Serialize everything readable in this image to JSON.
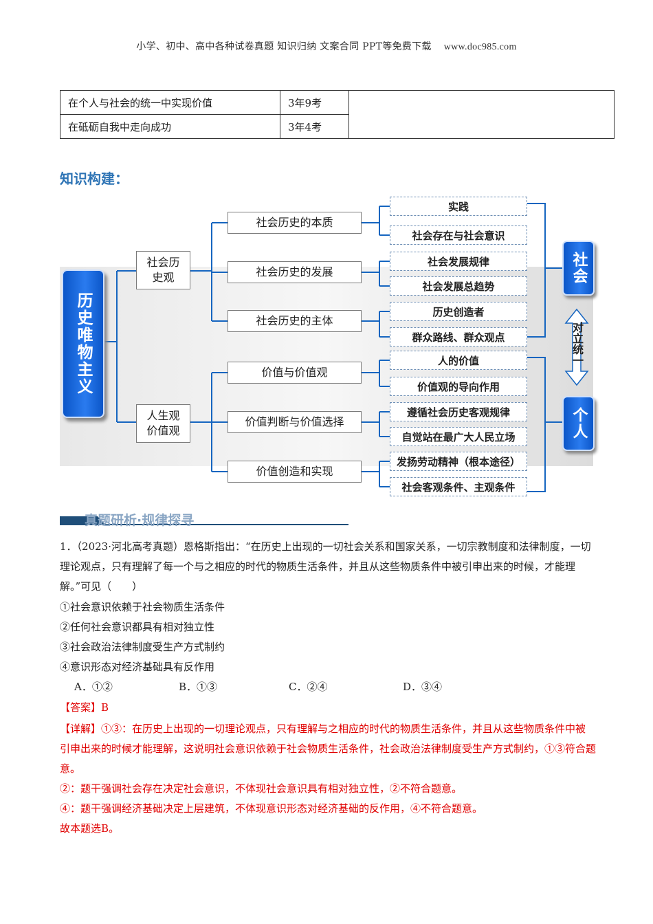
{
  "header": {
    "text": "小学、初中、高中各种试卷真题  知识归纳  文案合同  PPT等免费下载",
    "url": "www.doc985.com"
  },
  "top_table": [
    {
      "topic": "在个人与社会的统一中实现价值",
      "freq": "3年9考",
      "note": ""
    },
    {
      "topic": "在砥砺自我中走向成功",
      "freq": "3年4考",
      "note": ""
    }
  ],
  "knowledge_title": "知识构建：",
  "mindmap": {
    "root": "历史唯物主义",
    "branches": [
      "社会历史观",
      "人生观价值观"
    ],
    "branch_lines": [
      [
        "社会历",
        "史观"
      ],
      [
        "人生观",
        "价值观"
      ]
    ],
    "subs": [
      "社会历史的本质",
      "社会历史的发展",
      "社会历史的主体",
      "价值与价值观",
      "价值判断与价值选择",
      "价值创造和实现"
    ],
    "leaves": [
      "实践",
      "社会存在与社会意识",
      "社会发展规律",
      "社会发展总趋势",
      "历史创造者",
      "群众路线、群众观点",
      "人的价值",
      "价值观的导向作用",
      "遵循社会历史客观规律",
      "自觉站在最广大人民立场",
      "发扬劳动精神（根本途径）",
      "社会客观条件、主观条件"
    ],
    "right_top": "社会",
    "right_bottom": "个人",
    "middle": "对立统一"
  },
  "section_title": "真题研析·规律探寻",
  "question": {
    "stem": "1．（2023·河北高考真题）恩格斯指出：“在历史上出现的一切社会关系和国家关系，一切宗教制度和法律制度，一切理论观点，只有理解了每一个与之相应的时代的物质生活条件，并且从这些物质条件中被引申出来的时候，才能理解。”可见（　　）",
    "items": [
      "①社会意识依赖于社会物质生活条件",
      "②任何社会意识都具有相对独立性",
      "③社会政治法律制度受生产方式制约",
      "④意识形态对经济基础具有反作用"
    ],
    "options": [
      "A．①②",
      "B．①③",
      "C．②④",
      "D．③④"
    ],
    "answer_label": "【答案】",
    "answer": "B",
    "analysis_label": "【详解】",
    "analysis": [
      "①③：在历史上出现的一切理论观点，只有理解与之相应的时代的物质生活条件，并且从这些物质条件中被引申出来的时候才能理解，这说明社会意识依赖于社会物质生活条件，社会政治法律制度受生产方式制约，①③符合题意。",
      "②：题干强调社会存在决定社会意识，不体现社会意识具有相对独立性，②不符合题意。",
      "④：题干强调经济基础决定上层建筑，不体现意识形态对经济基础的反作用，④不符合题意。",
      "故本题选B。"
    ]
  }
}
